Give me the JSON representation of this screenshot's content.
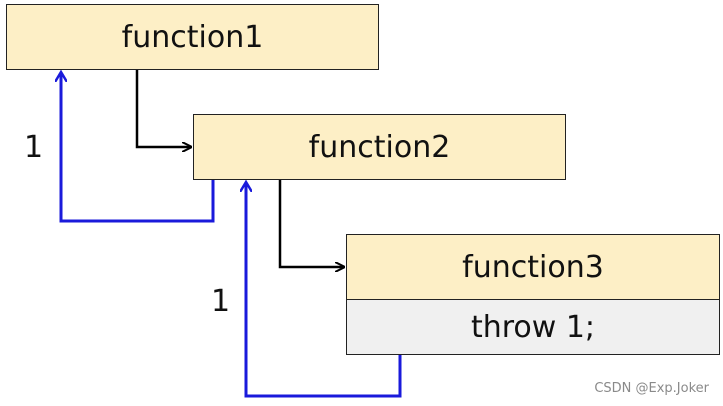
{
  "boxes": {
    "function1": "function1",
    "function2": "function2",
    "function3": "function3",
    "throw_stmt": "throw 1;"
  },
  "labels": {
    "return_value_1": "1",
    "return_value_2": "1"
  },
  "watermark": "CSDN @Exp.Joker",
  "colors": {
    "box_fill": "#fdefc6",
    "code_fill": "#f0f0f0",
    "call_arrow": "#000000",
    "throw_arrow": "#1a1adb"
  }
}
